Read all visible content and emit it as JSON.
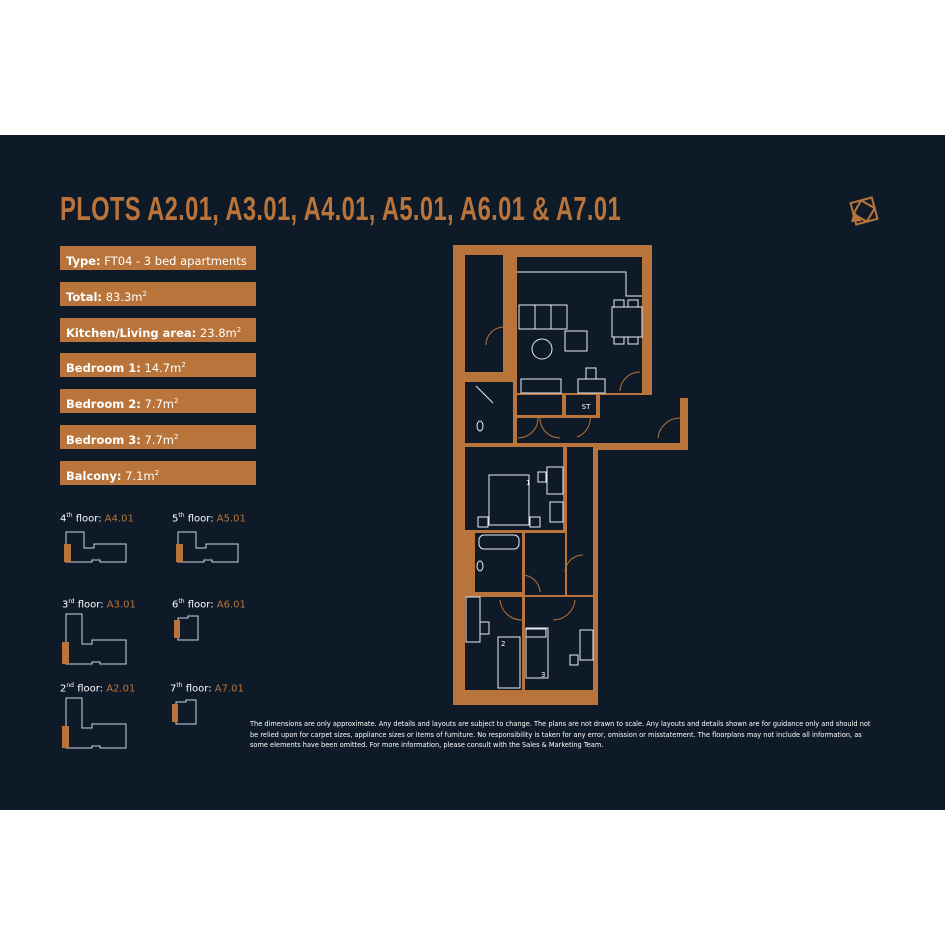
{
  "title": "PLOTS  A2.01, A3.01, A4.01, A5.01, A6.01 & A7.01",
  "specs": [
    {
      "label": "Type:",
      "value": "FT04 - 3 bed apartments",
      "unit": ""
    },
    {
      "label": "Total:",
      "value": "83.3m",
      "unit": "2"
    },
    {
      "label": "Kitchen/Living area:",
      "value": "23.8m",
      "unit": "2"
    },
    {
      "label": "Bedroom 1:",
      "value": "14.7m",
      "unit": "2"
    },
    {
      "label": "Bedroom 2:",
      "value": "7.7m",
      "unit": "2"
    },
    {
      "label": "Bedroom 3:",
      "value": "7.7m",
      "unit": "2"
    },
    {
      "label": "Balcony:",
      "value": "7.1m",
      "unit": "2"
    }
  ],
  "floors": [
    {
      "num": "4",
      "suffix": "th",
      "text": "floor:",
      "plot": "A4.01"
    },
    {
      "num": "5",
      "suffix": "th",
      "text": "floor:",
      "plot": "A5.01"
    },
    {
      "num": "3",
      "suffix": "rd",
      "text": "floor:",
      "plot": "A3.01"
    },
    {
      "num": "6",
      "suffix": "th",
      "text": "floor:",
      "plot": "A6.01"
    },
    {
      "num": "2",
      "suffix": "nd",
      "text": "floor:",
      "plot": "A2.01"
    },
    {
      "num": "7",
      "suffix": "th",
      "text": "floor:",
      "plot": "A7.01"
    }
  ],
  "plan_labels": {
    "store": "ST",
    "bed1": "1",
    "bed2": "2",
    "bed3": "3"
  },
  "disclaimer": "The dimensions are only approximate. Any details and layouts are subject to change. The plans are not drawn to scale. Any layouts and details shown are for guidance only and should not be relied upon for carpet sizes, appliance sizes or items of furniture. No responsibility is taken for any error, omission or misstatement. The floorplans may not include all information, as some elements have been omitted. For more information, please consult with the Sales & Marketing Team.",
  "colors": {
    "background": "#0e1a28",
    "accent": "#b8743a",
    "text": "#ffffff"
  }
}
